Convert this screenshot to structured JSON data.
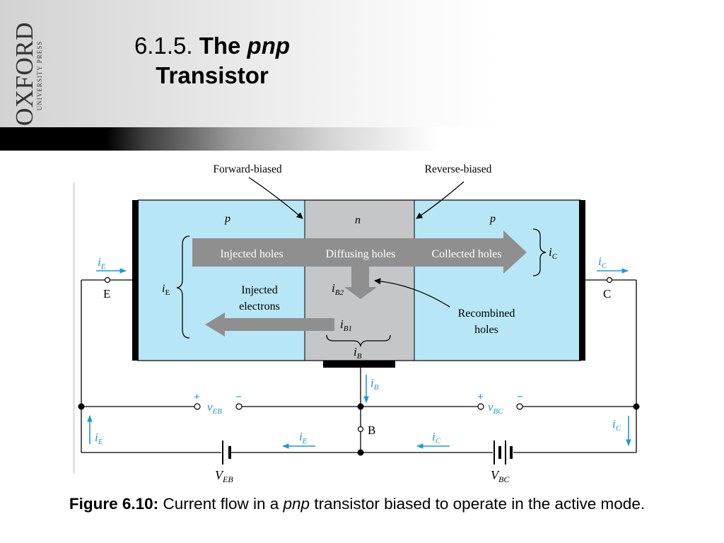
{
  "logo": {
    "name": "OXFORD",
    "sub": "UNIVERSITY PRESS"
  },
  "title": {
    "number": "6.1.5.",
    "the": "The",
    "pnp": "pnp",
    "transistor": "Transistor"
  },
  "diagram": {
    "callouts": {
      "forward": "Forward-biased",
      "reverse": "Reverse-biased",
      "recombined_1": "Recombined",
      "recombined_2": "holes"
    },
    "regions": {
      "p_left": "p",
      "n_mid": "n",
      "p_right": "p"
    },
    "arrows": {
      "injected_holes": "Injected holes",
      "diffusing_holes": "Diffusing holes",
      "collected_holes": "Collected holes",
      "injected_electrons_1": "Injected",
      "injected_electrons_2": "electrons"
    },
    "terminals": {
      "emitter": "E",
      "collector": "C",
      "base": "B"
    },
    "currents": {
      "i": "i",
      "E": "E",
      "C": "C",
      "B": "B",
      "B1": "B1",
      "B2": "B2"
    },
    "voltages": {
      "v": "v",
      "V": "V",
      "EB": "EB",
      "BC": "BC",
      "plus": "+",
      "minus": "−"
    },
    "colors": {
      "semiconductor_p": "#b7e7f6",
      "semiconductor_n": "#c5c6c8",
      "flow_arrow": "#8f8f8f",
      "current_arrow": "#1a9ad6"
    }
  },
  "caption": {
    "label": "Figure 6.10:",
    "before": " Current flow in a ",
    "pnp": "pnp",
    "after": " transistor biased to operate in the active mode."
  }
}
